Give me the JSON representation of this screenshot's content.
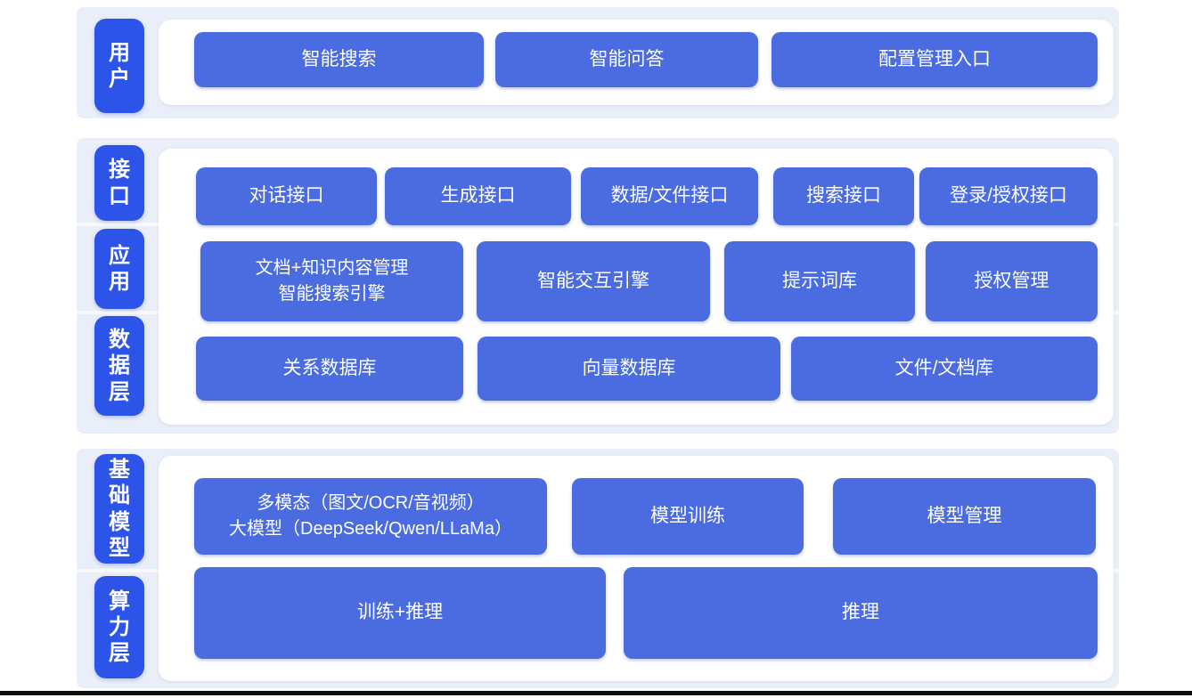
{
  "diagram": {
    "colors": {
      "band_background": "#e9eef8",
      "pill_blue": "#2d54e9",
      "box_blue": "#4a6ce0",
      "panel_white": "#ffffff",
      "bottom_bar_black": "#0c0c0c"
    },
    "layers": {
      "user": {
        "label": "用\n户"
      },
      "interface": {
        "label": "接\n口"
      },
      "application": {
        "label": "应\n用"
      },
      "data": {
        "label": "数\n据\n层"
      },
      "foundation_model": {
        "label": "基\n础\n模\n型"
      },
      "compute": {
        "label": "算\n力\n层"
      }
    },
    "boxes": {
      "smart_search": "智能搜索",
      "smart_qa": "智能问答",
      "config_entry": "配置管理入口",
      "dialog_api": "对话接口",
      "generation_api": "生成接口",
      "data_file_api": "数据/文件接口",
      "search_api": "搜索接口",
      "login_auth_api": "登录/授权接口",
      "doc_knowledge_search_engine": "文档+知识内容管理\n智能搜索引擎",
      "interaction_engine": "智能交互引擎",
      "prompt_library": "提示词库",
      "auth_management": "授权管理",
      "relational_db": "关系数据库",
      "vector_db": "向量数据库",
      "file_doc_store": "文件/文档库",
      "multimodal_llm": "多模态（图文/OCR/音视频）\n大模型（DeepSeek/Qwen/LLaMa）",
      "model_training": "模型训练",
      "model_management": "模型管理",
      "training_inference": "训练+推理",
      "inference": "推理"
    }
  }
}
